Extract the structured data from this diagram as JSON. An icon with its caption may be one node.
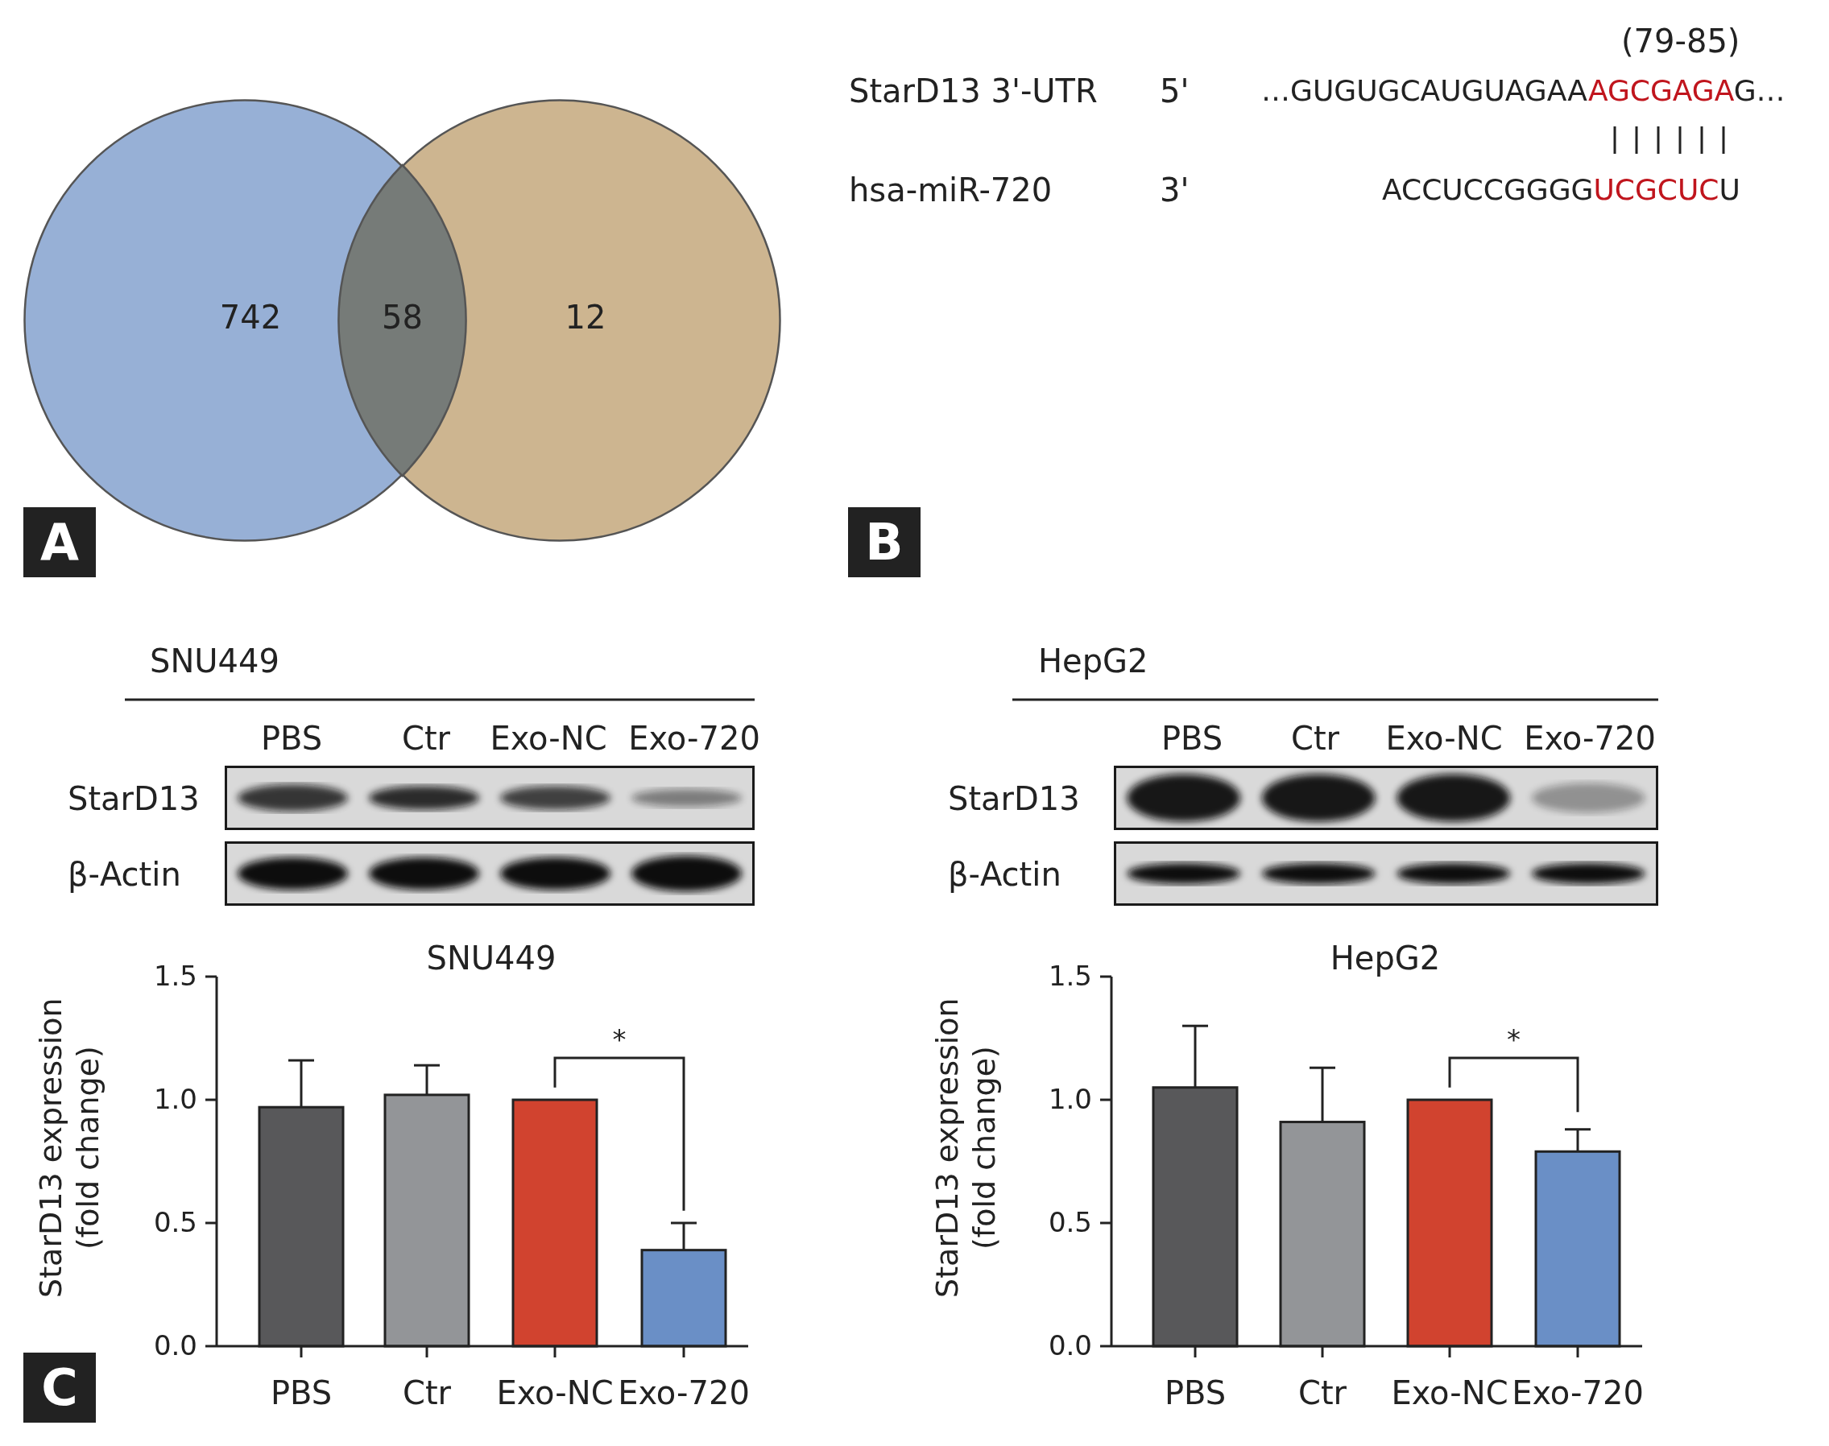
{
  "diagram": {
    "nodes": [
      {
        "text": [
          "742"
        ]
      },
      {
        "text": [
          "12"
        ]
      },
      {
        "text": [
          "58"
        ]
      },
      {
        "text": [
          "A"
        ]
      },
      {
        "text": [
          "B"
        ]
      },
      {
        "text": [],
        "shape": "picture"
      },
      {
        "text": [],
        "shape": "picture"
      },
      {
        "text": [],
        "shape": "picture"
      },
      {
        "text": [],
        "shape": "picture"
      },
      {
        "text": [
          "C"
        ]
      }
    ],
    "labels": [
      "(79-85)",
      "StarD13 3'-UTR",
      "5'",
      "…GUGUGCAUGUAGAA**AGCGAGA**G…",
      "hsa-miR-720",
      "3'",
      "ACCUCCGGGG**UCGCUC**U",
      "SNU449",
      "HepG2",
      "PBS",
      "Ctr",
      "Exo-NC",
      "Exo-720",
      "PBS",
      "Ctr",
      "Exo-NC",
      "Exo-720",
      "StarD13",
      "StarD13",
      "β-Actin",
      "β-Actin"
    ],
    "chart_data": [
      {
        "type": "bar",
        "title": "SNU449",
        "ylabel": "StarD13 expression (fold change)",
        "categories": [
          "PBS",
          "Ctr",
          "Exo-NC",
          "Exo-720"
        ],
        "series": [
          {
            "values": [
              0.97,
              1.02,
              1.0,
              0.39
            ],
            "errors": [
              0.19,
              0.12,
              null,
              0.11
            ]
          }
        ],
        "ylim": [
          0,
          1.5
        ],
        "yticks": [
          {
            "value": 0,
            "label": "0.0"
          },
          {
            "value": 0.5,
            "label": "0.5"
          },
          {
            "value": 1,
            "label": "1.0"
          },
          {
            "value": 1.5,
            "label": "1.5"
          }
        ],
        "annotations": [
          "*"
        ]
      },
      {
        "type": "bar",
        "title": "HepG2",
        "ylabel": "StarD13 expression (fold change)",
        "categories": [
          "PBS",
          "Ctr",
          "Exo-NC",
          "Exo-720"
        ],
        "series": [
          {
            "values": [
              1.05,
              0.91,
              1.0,
              0.79
            ],
            "errors": [
              0.25,
              0.22,
              null,
              0.09
            ]
          }
        ],
        "ylim": [
          0,
          1.5
        ],
        "yticks": [
          {
            "value": 0,
            "label": "0.0"
          },
          {
            "value": 0.5,
            "label": "0.5"
          },
          {
            "value": 1,
            "label": "1.0"
          },
          {
            "value": 1.5,
            "label": "1.5"
          }
        ],
        "annotations": [
          "*"
        ]
      }
    ]
  }
}
